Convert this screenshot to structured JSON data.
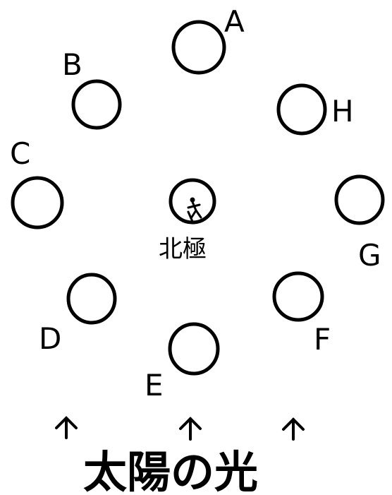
{
  "diagram": {
    "circle_labels": [
      "A",
      "B",
      "C",
      "D",
      "E",
      "F",
      "G",
      "H"
    ],
    "center_label": "北極",
    "light_label": "太陽の光"
  }
}
